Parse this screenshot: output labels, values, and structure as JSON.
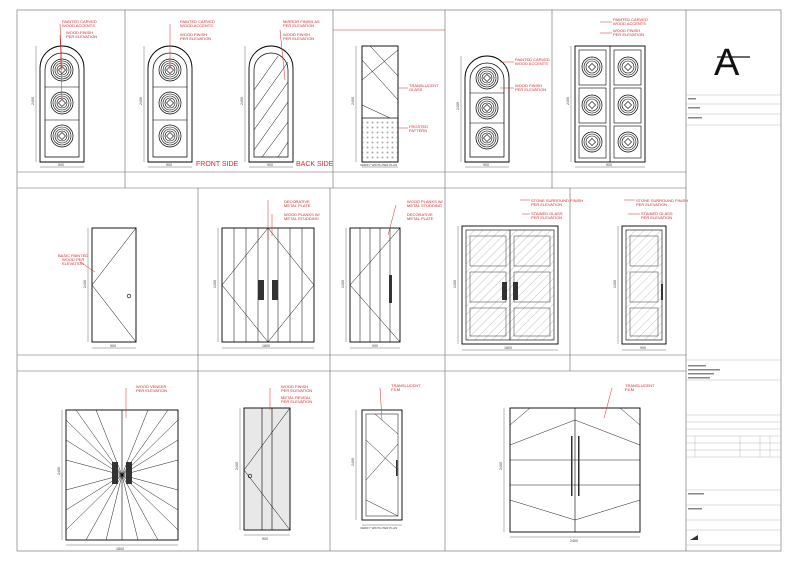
{
  "sheet": {
    "logo_letter": "A",
    "front_side_label": "FRONT SIDE",
    "back_side_label": "BACK SIDE"
  },
  "row1": {
    "d1": {
      "notes": [
        "PAINTED CARVED",
        "WOOD ACCENTS",
        "WOOD FINISH",
        "PER ELEVATION"
      ],
      "width": "900",
      "height": "2400"
    },
    "d2": {
      "notes": [
        "PAINTED CARVED",
        "WOOD ACCENTS",
        "WOOD FINISH",
        "PER ELEVATION"
      ],
      "width": "900",
      "height": "2400"
    },
    "d3": {
      "notes": [
        "MIRROR FINISH AS",
        "PER ELEVATION",
        "WOOD FINISH",
        "PER ELEVATION"
      ],
      "width": "900",
      "height": "2400"
    },
    "d4": {
      "notes": [
        "TRANSLUCENT",
        "GLASS",
        "FROSTED",
        "PATTERN"
      ],
      "width": "VERIFY WIDTH PER PLAN",
      "height": "2400"
    },
    "d5": {
      "notes": [
        "PAINTED CARVED",
        "WOOD ACCENTS",
        "WOOD FINISH",
        "PER ELEVATION"
      ],
      "width": "900",
      "height": "2400"
    },
    "d6": {
      "notes": [
        "PAINTED CARVED",
        "WOOD ACCENTS",
        "WOOD FINISH",
        "PER ELEVATION"
      ],
      "width": "900",
      "height": "2400"
    }
  },
  "row2": {
    "d1": {
      "notes": [
        "BASIC PAINTED",
        "WOOD PER",
        "ELEVATION"
      ],
      "width": "900",
      "height": "2400"
    },
    "d2": {
      "notes": [
        "DECORATIVE",
        "METAL PLATE",
        "WOOD PLANKS W/",
        "METAL STUDDING"
      ],
      "width": "1800",
      "height": "2400"
    },
    "d3": {
      "notes": [
        "WOOD PLANKS W/",
        "METAL STUDDING",
        "DECORATIVE",
        "METAL PLATE"
      ],
      "width": "900",
      "height": "2400"
    },
    "d4": {
      "notes": [
        "STONE SURROUND FINISH",
        "PER ELEVATION",
        "STAINED GLASS",
        "PER ELEVATION"
      ],
      "width": "1800",
      "height": "2400"
    },
    "d5": {
      "notes": [
        "STONE SURROUND FINISH",
        "PER ELEVATION",
        "STAINED GLASS",
        "PER ELEVATION"
      ],
      "width": "900",
      "height": "2400"
    }
  },
  "row3": {
    "d1": {
      "notes": [
        "WOOD VENEER",
        "PER ELEVATION"
      ],
      "width": "1800",
      "height": "2400"
    },
    "d2": {
      "notes": [
        "WOOD FINISH",
        "PER ELEVATION",
        "METAL REVEAL",
        "PER ELEVATION"
      ],
      "width": "900",
      "height": "2400"
    },
    "d3": {
      "notes": [
        "TRANSLUCENT",
        "FILM"
      ],
      "width": "VERIFY WIDTH PER PLAN",
      "height": "2400"
    },
    "d4": {
      "notes": [
        "TRANSLUCENT",
        "FILM"
      ],
      "width": "2400",
      "height": "2400"
    }
  }
}
